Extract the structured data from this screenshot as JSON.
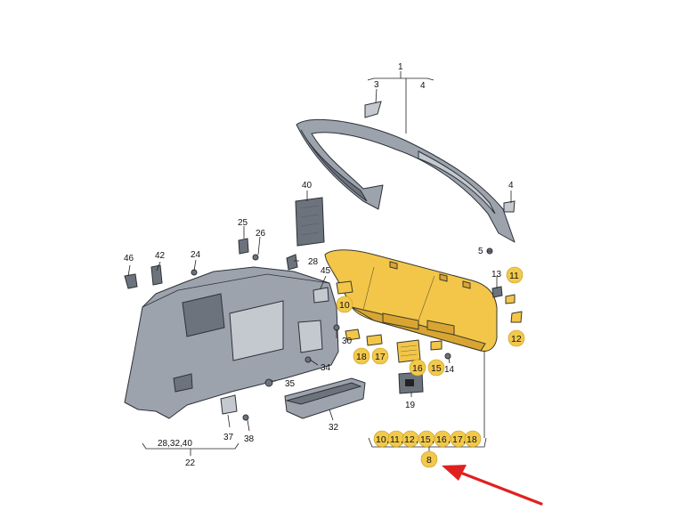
{
  "callouts": {
    "c1": "1",
    "c3": "3",
    "c4a": "4",
    "c4b": "4",
    "c5": "5",
    "c40": "40",
    "c25": "25",
    "c26": "26",
    "c28": "28",
    "c24": "24",
    "c42": "42",
    "c46": "46",
    "c45": "45",
    "c13": "13",
    "c34": "34",
    "c30": "30",
    "c35": "35",
    "c14": "14",
    "c19": "19",
    "c32": "32",
    "c37": "37",
    "c38": "38",
    "c22": "22",
    "c22group": "28,32,40"
  },
  "highlighted": {
    "h10": "10",
    "h11": "11",
    "h12": "12",
    "h18": "18",
    "h17": "17",
    "h16": "16",
    "h15": "15",
    "h8": "8",
    "group": [
      "10",
      "11",
      "12",
      "15",
      "16",
      "17",
      "18"
    ]
  },
  "colors": {
    "highlight": "#f2c94c",
    "part_highlight": "#f3c64a",
    "arrow": "#e02020",
    "part_grey": "#9ca3ad"
  }
}
